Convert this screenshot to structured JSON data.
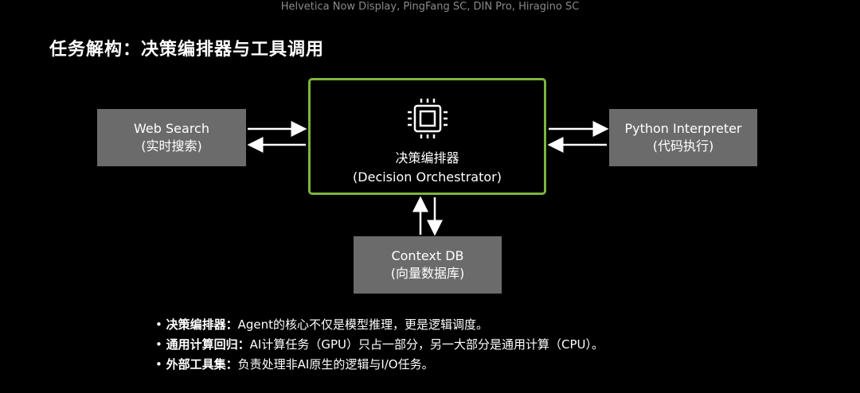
{
  "top_note": "Helvetica Now Display, PingFang SC, DIN Pro, Hiragino SC",
  "title": "任务解构：决策编排器与工具调用",
  "colors": {
    "background": "#000000",
    "box": "#6b6b6b",
    "accent_border": "#7db43f",
    "text": "#ffffff"
  },
  "center": {
    "icon": "cpu-chip-icon",
    "label_cn": "决策编排器",
    "label_en": "(Decision Orchestrator)"
  },
  "nodes": {
    "web_search": {
      "label": "Web Search",
      "sub": "(实时搜索)"
    },
    "python": {
      "label": "Python Interpreter",
      "sub": "(代码执行)"
    },
    "context_db": {
      "label": "Context DB",
      "sub": "(向量数据库)"
    }
  },
  "bullets": [
    {
      "term": "决策编排器：",
      "text": "Agent的核心不仅是模型推理，更是逻辑调度。"
    },
    {
      "term": "通用计算回归：",
      "text": "AI计算任务（GPU）只占一部分，另一大部分是通用计算（CPU）。"
    },
    {
      "term": "外部工具集：",
      "text": "负责处理非AI原生的逻辑与I/O任务。"
    }
  ]
}
